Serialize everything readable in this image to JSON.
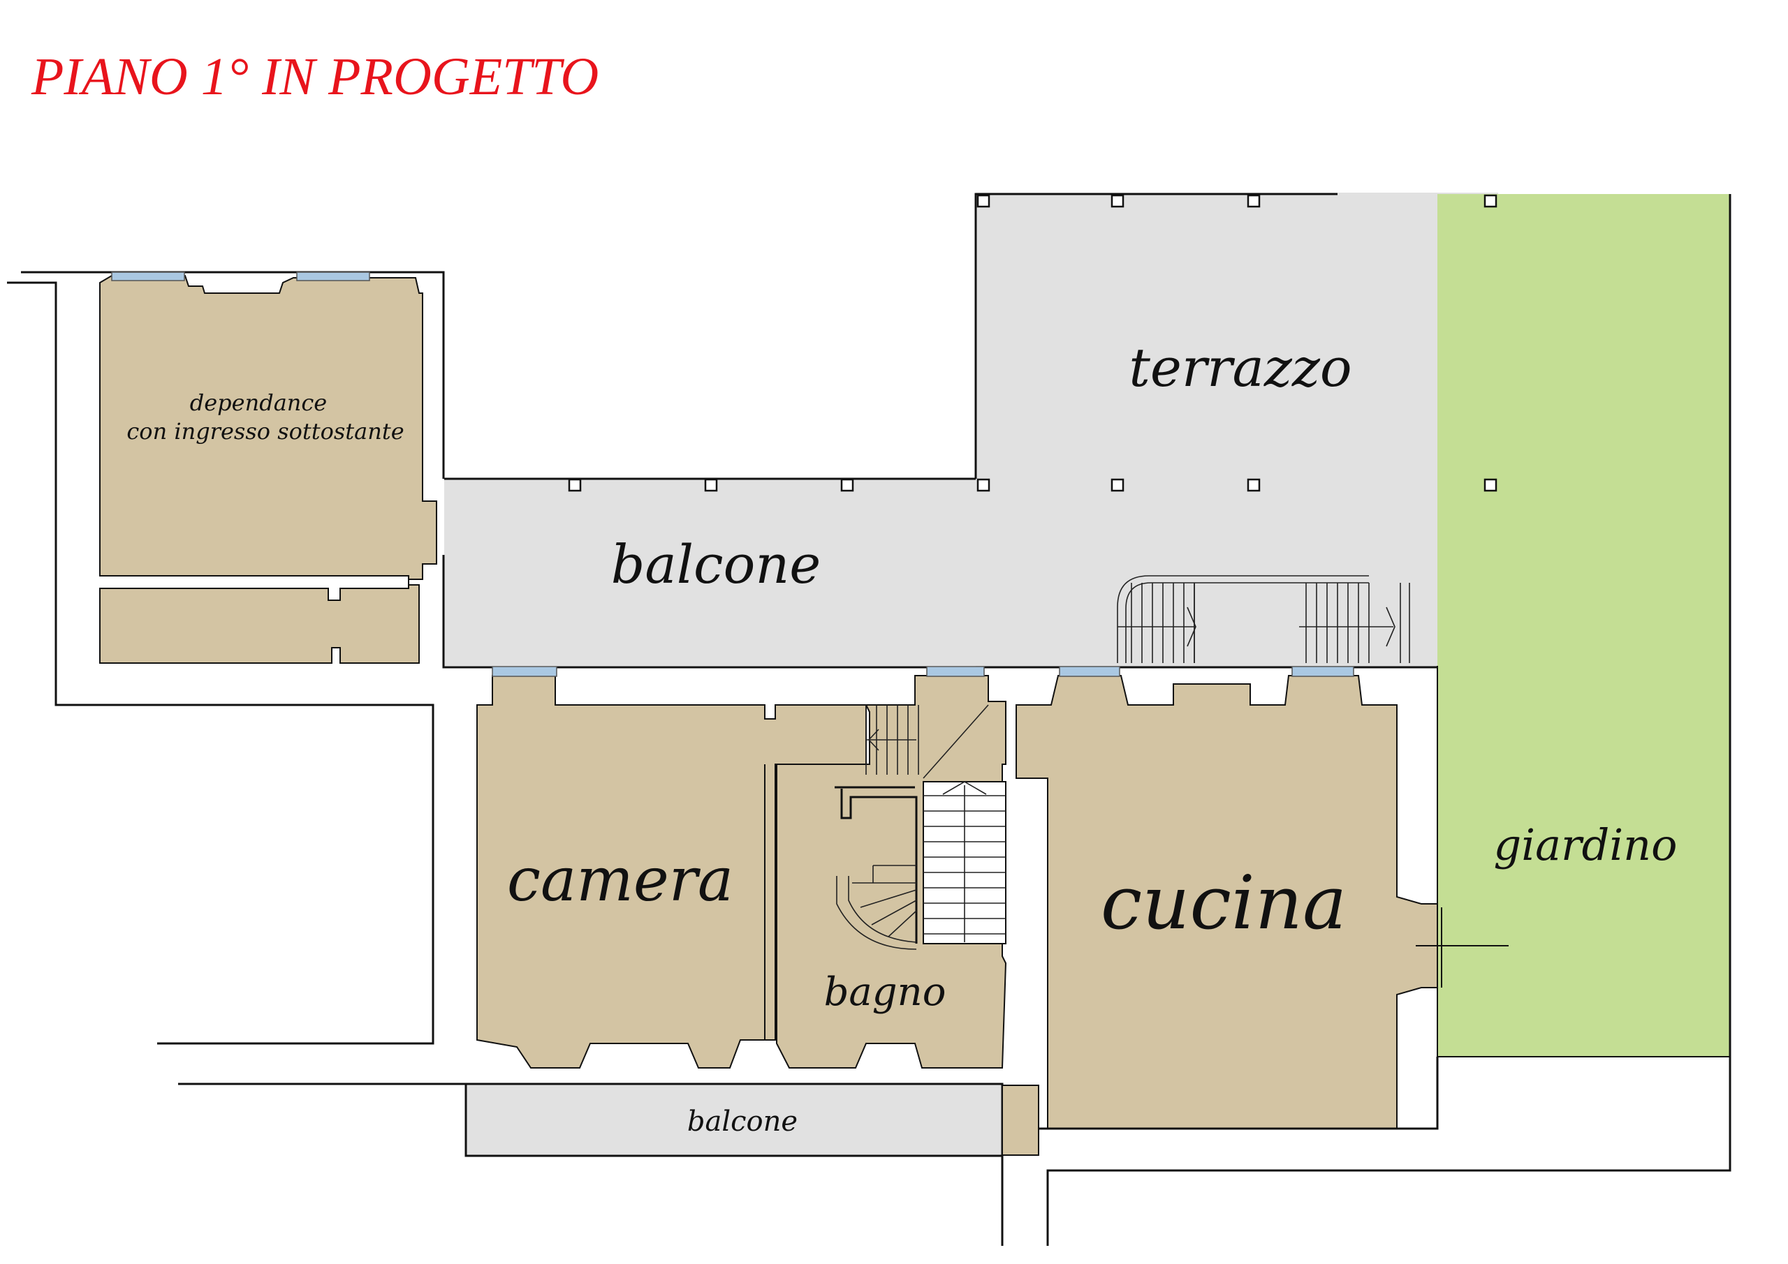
{
  "title": "PIANO 1° IN PROGETTO",
  "colors": {
    "title": "#e8141c",
    "room": "#d3c4a3",
    "outdoor": "#e1e1e1",
    "garden": "#c4de94",
    "window": "#aac8e2",
    "wall": "#111111",
    "background": "#ffffff"
  },
  "rooms": {
    "dependance_line1": "dependance",
    "dependance_line2": "con ingresso sottostante",
    "terrazzo": "terrazzo",
    "balcone_upper": "balcone",
    "camera": "camera",
    "cucina": "cucina",
    "bagno": "bagno",
    "giardino": "giardino",
    "balcone_lower": "balcone"
  }
}
